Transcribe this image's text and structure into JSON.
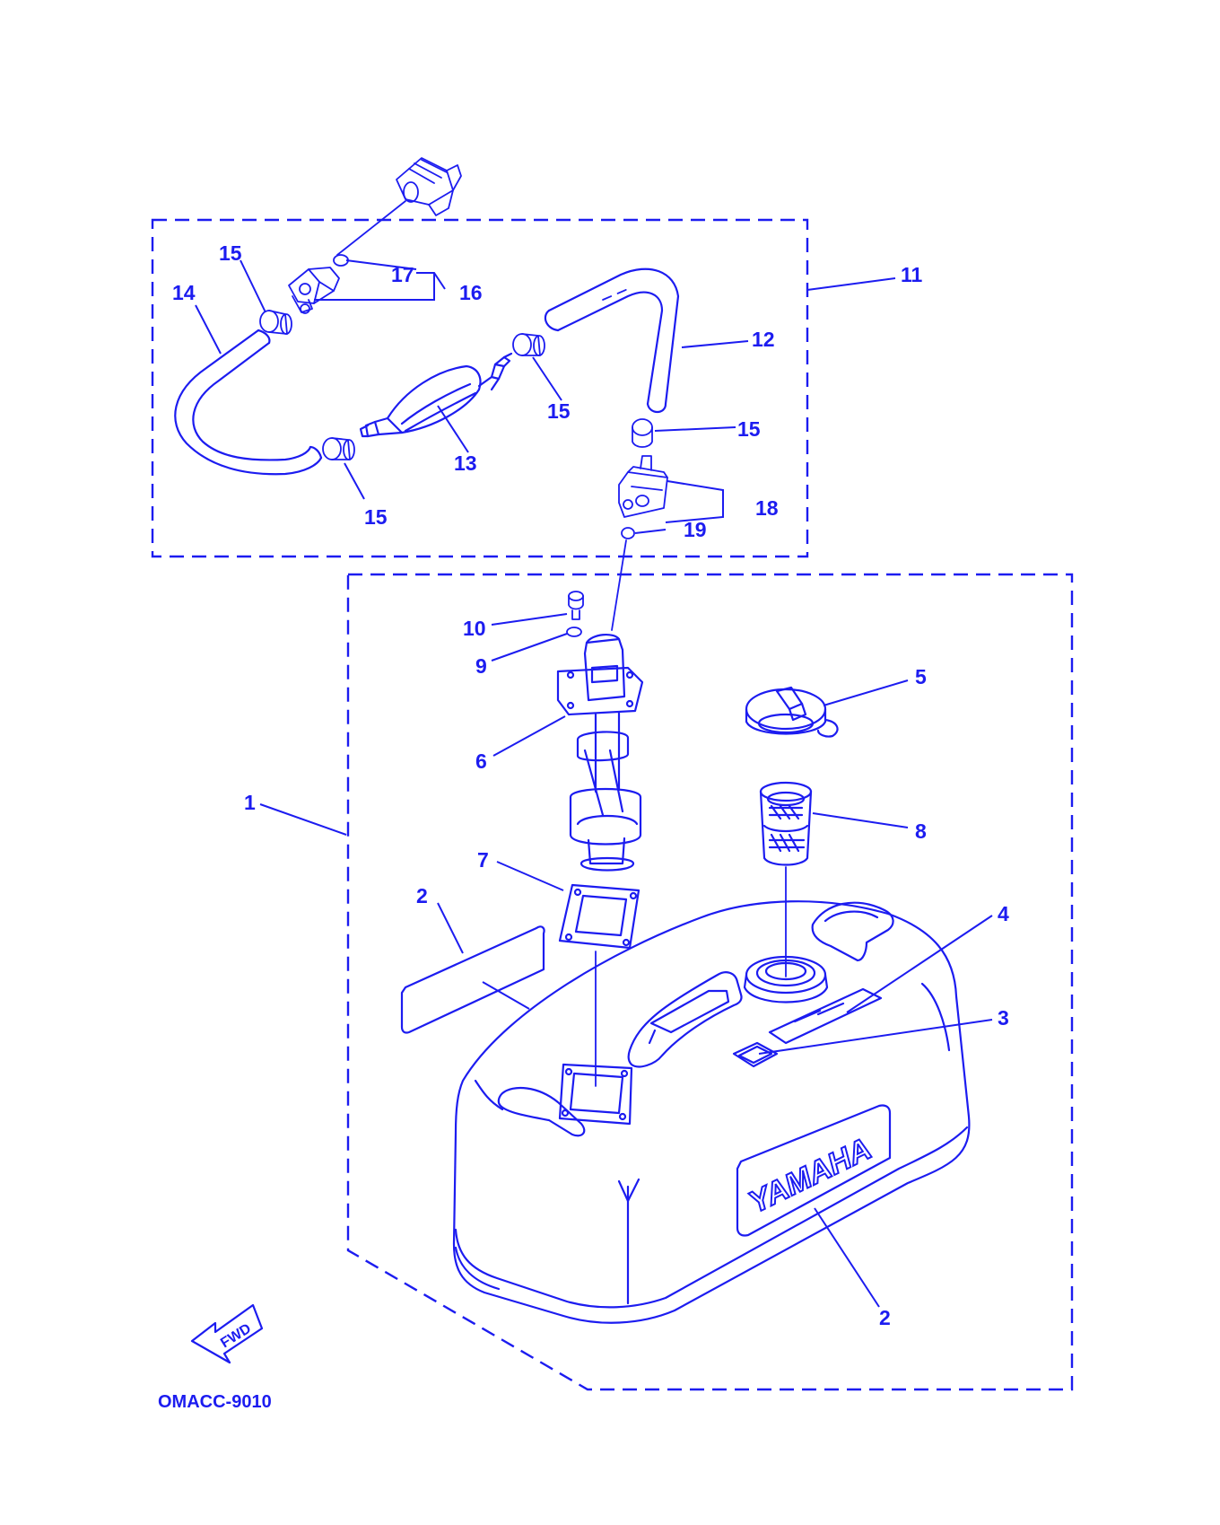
{
  "diagram": {
    "line_color": "#1c1cf0",
    "background": "#ffffff",
    "callouts": {
      "c1": "1",
      "c2a": "2",
      "c2b": "2",
      "c3": "3",
      "c4": "4",
      "c5": "5",
      "c6": "6",
      "c7": "7",
      "c8": "8",
      "c9": "9",
      "c10": "10",
      "c11": "11",
      "c12": "12",
      "c13": "13",
      "c14": "14",
      "c15a": "15",
      "c15b": "15",
      "c15c": "15",
      "c15d": "15",
      "c16": "16",
      "c17": "17",
      "c18": "18",
      "c19": "19"
    },
    "brand_text": "YAMAHA",
    "direction_badge": "FWD",
    "drawing_code": "OMACC-9010"
  }
}
